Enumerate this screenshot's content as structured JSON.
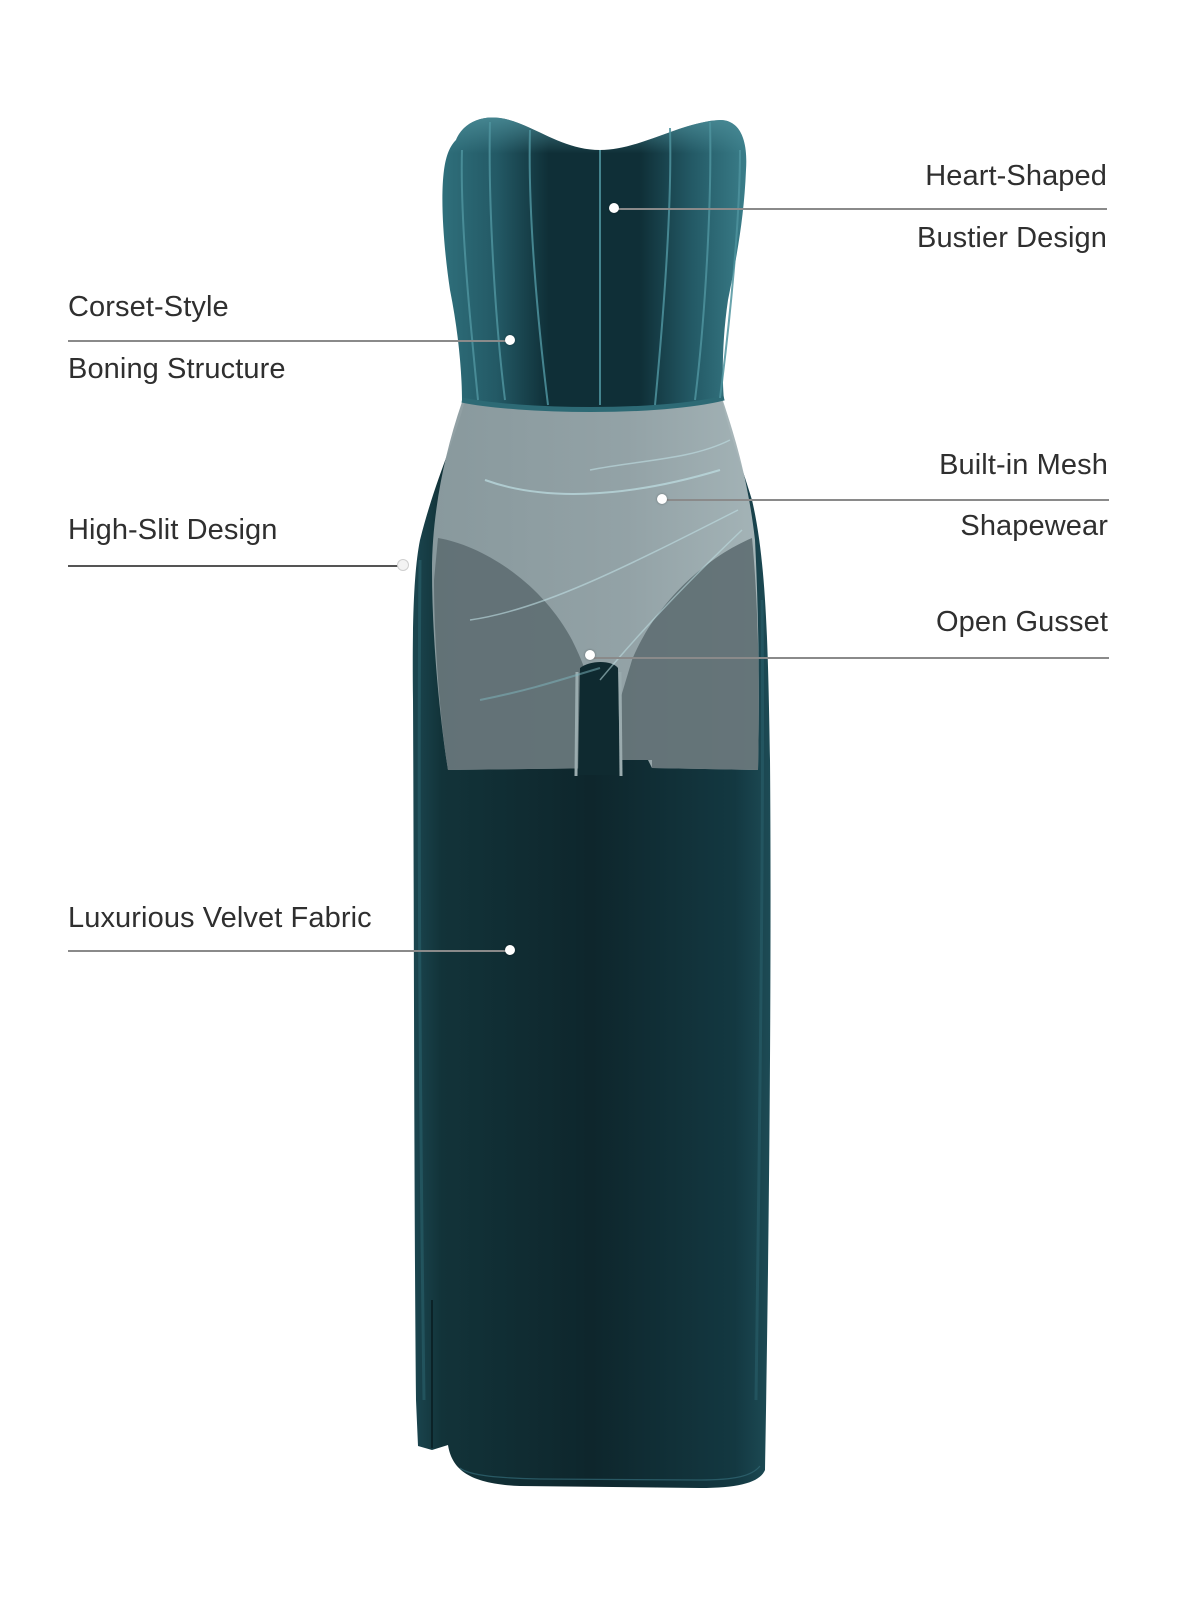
{
  "product": {
    "type": "Strapless velvet corset maxi dress with high slit and built-in mesh shapewear",
    "colors": {
      "velvet_dark": "#0f2a30",
      "velvet_mid": "#1d4d57",
      "velvet_highlight": "#4d8f9a",
      "mesh_panel": "#8e9ea2",
      "mesh_shadow": "#5b6a6e",
      "label_text": "#2f2f2f",
      "leader_line": "#8a8a8a",
      "background": "#ffffff"
    }
  },
  "callouts": [
    {
      "id": "bustier",
      "side": "right",
      "line1": "Heart-Shaped",
      "line2": "Bustier Design"
    },
    {
      "id": "boning",
      "side": "left",
      "line1": "Corset-Style",
      "line2": "Boning Structure"
    },
    {
      "id": "slit",
      "side": "left",
      "line1": "High-Slit Design",
      "line2": ""
    },
    {
      "id": "shapewear",
      "side": "right",
      "line1": "Built-in Mesh",
      "line2": "Shapewear"
    },
    {
      "id": "gusset",
      "side": "right",
      "line1": "Open Gusset",
      "line2": ""
    },
    {
      "id": "velvet",
      "side": "left",
      "line1": "Luxurious Velvet Fabric",
      "line2": ""
    }
  ]
}
